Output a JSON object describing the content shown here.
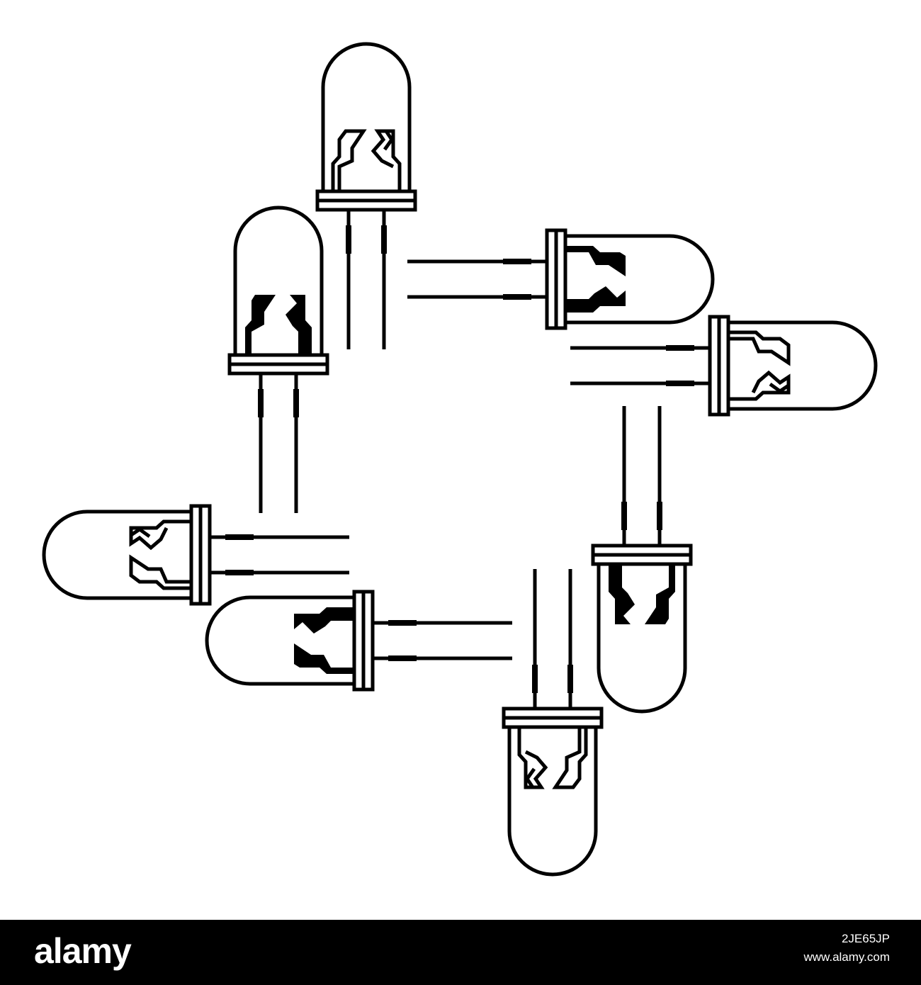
{
  "image": {
    "subject": "led-icon",
    "colors": {
      "line": "#000000",
      "background": "#ffffff",
      "footer": "#000000",
      "footer_text": "#ffffff"
    }
  },
  "footer": {
    "brand": "alamy",
    "image_id": "2JE65JP",
    "caption": "www.alamy.com"
  }
}
